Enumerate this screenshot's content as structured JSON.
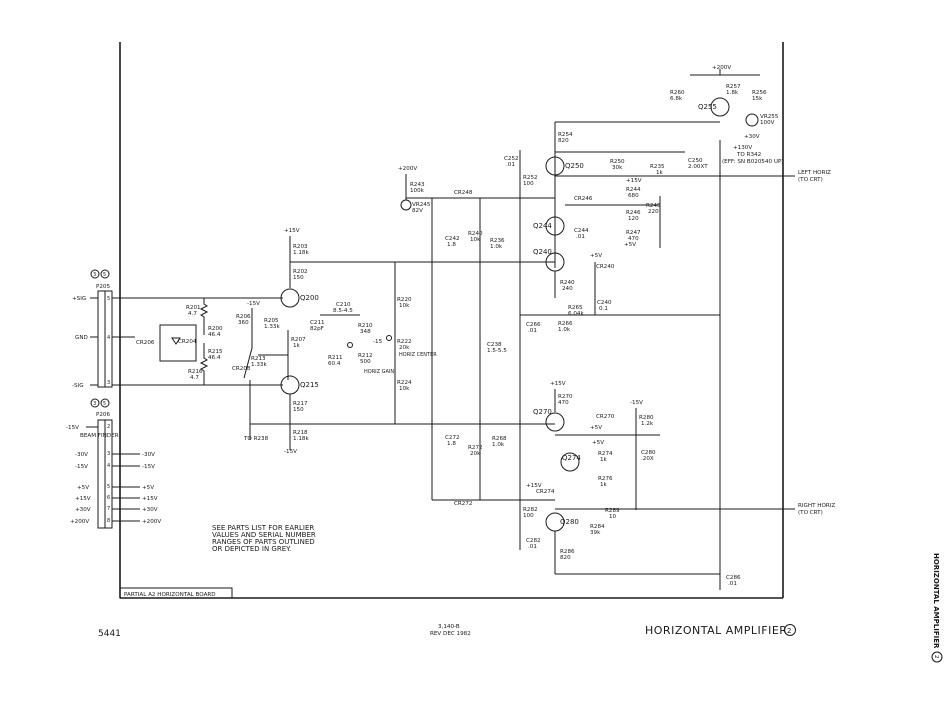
{
  "footer": {
    "model": "5441",
    "doc_number": "3,140-B",
    "revision": "REV DEC 1982",
    "title": "HORIZONTAL AMPLIFIER",
    "diagram_no": "2",
    "side_label": "HORIZONTAL AMPLIFIER",
    "board_label": "PARTIAL A2 HORIZONTAL BOARD"
  },
  "note": {
    "line1": "SEE PARTS LIST FOR EARLIER",
    "line2": "VALUES AND SERIAL NUMBER",
    "line3": "RANGES OF PARTS OUTLINED",
    "line4": "OR DEPICTED IN GREY."
  },
  "connector_p205": {
    "name": "P205",
    "ref_a": "3",
    "ref_b": "5",
    "pins": [
      {
        "pin": "5",
        "label": "+SIG"
      },
      {
        "pin": "4",
        "label": "GND"
      },
      {
        "pin": "3",
        "label": "-SIG"
      }
    ]
  },
  "connector_p206": {
    "name": "P206",
    "ref_a": "3",
    "ref_b": "5",
    "pins": [
      {
        "pin": "2",
        "label": "-15V",
        "extra": "BEAM FINDER"
      },
      {
        "pin": "3",
        "label": "-30V",
        "out": "-30V"
      },
      {
        "pin": "4",
        "label": "-15V",
        "out": "-15V"
      },
      {
        "pin": "5",
        "label": "+5V",
        "out": "+5V"
      },
      {
        "pin": "6",
        "label": "+15V",
        "out": "+15V"
      },
      {
        "pin": "7",
        "label": "+30V",
        "out": "+30V"
      },
      {
        "pin": "8",
        "label": "+200V",
        "out": "+200V"
      }
    ]
  },
  "labels": {
    "r201": "R201",
    "r201v": "4.7",
    "r200": "R200",
    "r200v": "46.4",
    "r215": "R215",
    "r215v": "46.4",
    "r216": "R216",
    "r216v": "4.7",
    "cr206": "CR206",
    "cr204": "CR204",
    "cr208": "CR208",
    "r206": "R206",
    "r206v": "360",
    "r205": "R205",
    "r205v": "1.33k",
    "r213": "R213",
    "r213v": "1.33k",
    "r207": "R207",
    "r207v": "1k",
    "r203": "R203",
    "r203v": "1.18k",
    "r202": "R202",
    "r202v": "150",
    "r217": "R217",
    "r217v": "150",
    "r218": "R218",
    "r218v": "1.18k",
    "q200": "Q200",
    "q215": "Q215",
    "c211": "C211",
    "c211v": "82pF",
    "c210": "C210",
    "c210v": "8.5-4.5",
    "r211": "R211",
    "r211v": "60.4",
    "r210": "R210",
    "r210v": "348",
    "r212": "R212",
    "r212v": "500",
    "horiz_gain": "HORIZ GAIN",
    "r220": "R220",
    "r220v": "10k",
    "r222": "R222",
    "r222v": "20k",
    "horiz_center": "HORIZ CENTER",
    "r224": "R224",
    "r224v": "10k",
    "to_r238": "TO R238",
    "v15n": "-15V",
    "v15p": "+15V",
    "v15n_b": "-15V",
    "v15n_c": "-15V",
    "r243": "R243",
    "r243v": "100k",
    "vr245": "VR245",
    "vr245v": "82V",
    "cr248": "CR248",
    "c242": "C242",
    "c242v": "1.8",
    "r240": "R240",
    "r240v": "10k",
    "r236": "R236",
    "r236v": "1.0k",
    "c238": "C238",
    "c238v": "1.5-5.5",
    "c272": "C272",
    "c272v": "1.8",
    "r272": "R272",
    "r272v": "20k",
    "r268": "R268",
    "r268v": "1.0k",
    "cr272": "CR272",
    "r252": "R252",
    "r252v": "100",
    "c252": "C252",
    "c252v": ".01",
    "r254": "R254",
    "r254v": "820",
    "q250": "Q250",
    "r250": "R250",
    "r250v": "30k",
    "r235": "R235",
    "r235v": "1k",
    "c250": "C250",
    "c250v": "2.00XT",
    "q244": "Q244",
    "cr246": "CR246",
    "r244": "R244",
    "r244v": "680",
    "r245": "R245",
    "r245v": "220",
    "r246": "R246",
    "r246v": "120",
    "c244": "C244",
    "c244v": ".01",
    "r247": "R247",
    "r247v": "470",
    "q240": "Q240",
    "r240b": "R240",
    "r240bv": "240",
    "cr240": "CR240",
    "r265": "R265",
    "r265v": "6.04k",
    "c240": "C240",
    "c240v": "0.1",
    "c266": "C266",
    "c266v": ".01",
    "r266": "R266",
    "r266v": "1.0k",
    "q270": "Q270",
    "r270": "R270",
    "r270v": "470",
    "cr270": "CR270",
    "r280": "R280",
    "r280v": "1.2k",
    "c280": "C280",
    "c280v": ".20X",
    "q274": "Q274",
    "r274": "R274",
    "r274v": "1k",
    "r276": "R276",
    "r276v": "1k",
    "cr274": "CR274",
    "q280": "Q280",
    "r282": "R282",
    "r282v": "100",
    "c282": "C282",
    "c282v": ".01",
    "r284": "R284",
    "r284v": "39k",
    "r289": "R289",
    "r289v": "10",
    "r286": "R286",
    "r286v": "820",
    "c286": "C286",
    "c286v": ".01",
    "r260": "R260",
    "r260v": "6.8k",
    "r257": "R257",
    "r257v": "1.8k",
    "r256": "R256",
    "r256v": "15k",
    "q255": "Q255",
    "vr255": "VR255",
    "vr255v": "100V",
    "v200": "+200V",
    "v200b": "+200V",
    "v30": "+30V",
    "v130": "+130V",
    "to_r342": "TO R342",
    "eff": "(EFF: SN B020540 UP)",
    "left_horiz": "LEFT HORIZ",
    "left_to_crt": "(TO CRT)",
    "right_horiz": "RIGHT HORIZ",
    "right_to_crt": "(TO CRT)",
    "v5": "+5V",
    "v5b": "+5V",
    "v5c": "+5V",
    "v5d": "+5V",
    "v15_q250": "+15V",
    "v15_q244": "+15V",
    "v15_q270": "+15V",
    "v15_q274": "+15V",
    "v15n_r280": "-15V",
    "v15_top": "+15V",
    "v15n_r210": "-15"
  }
}
